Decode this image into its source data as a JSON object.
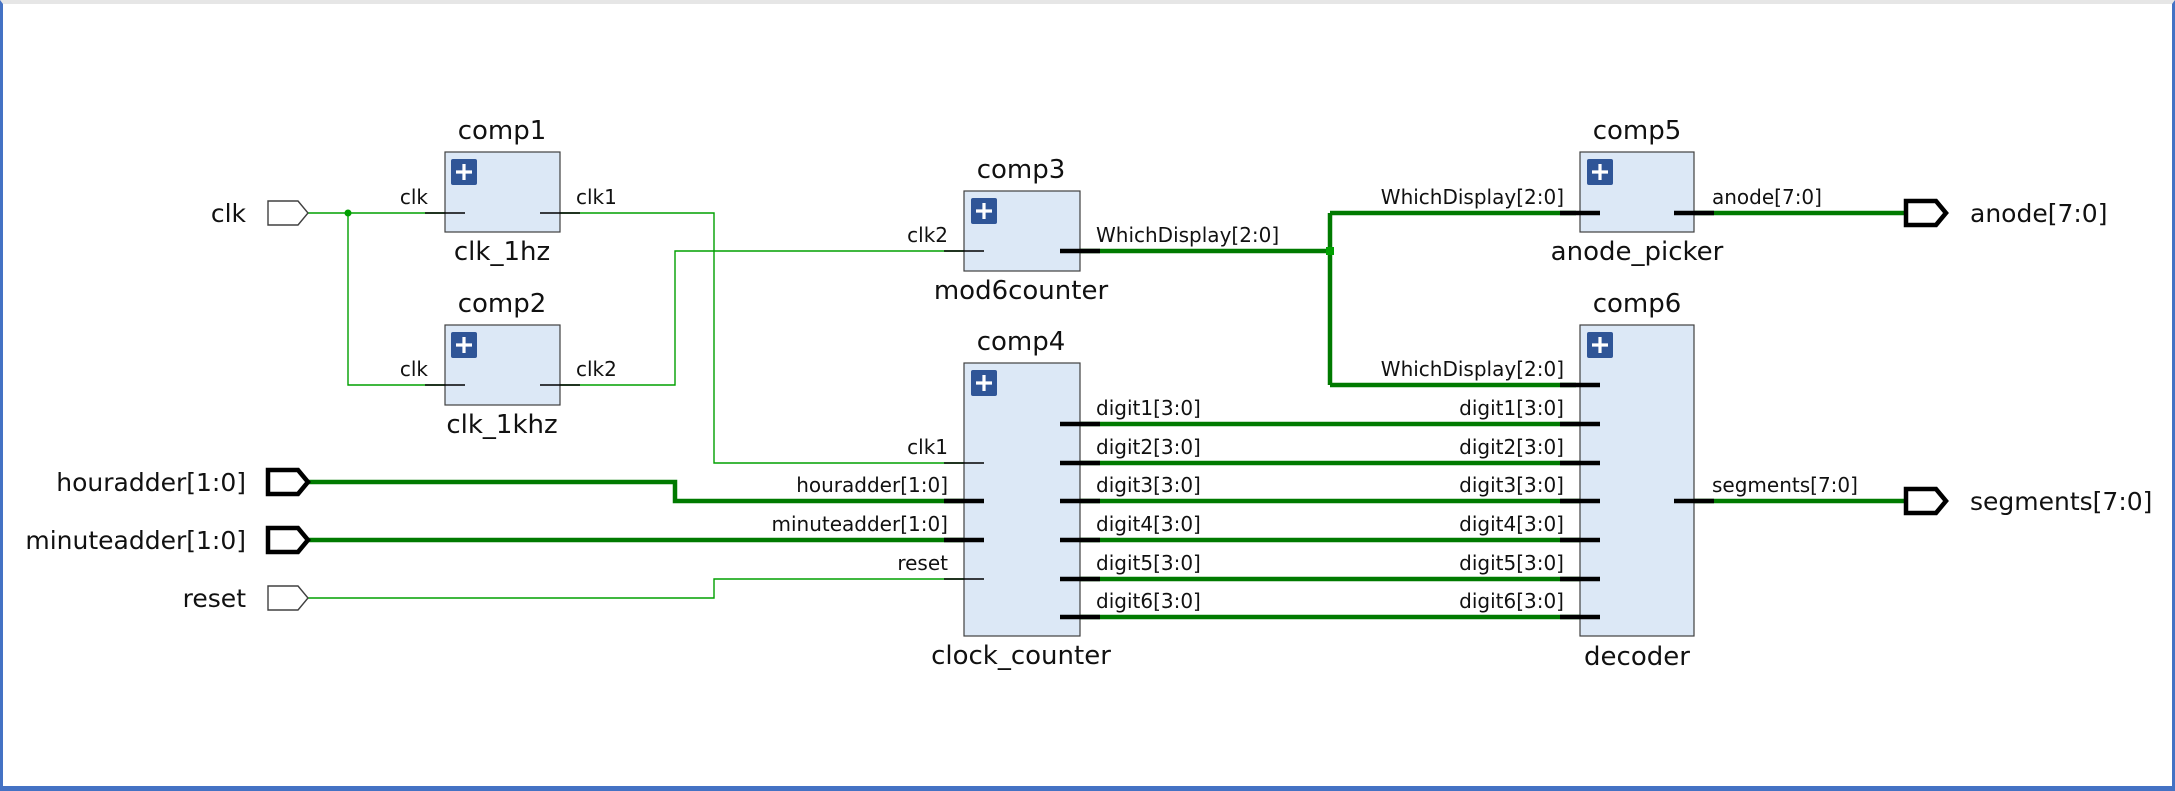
{
  "components": [
    {
      "id": "comp1",
      "name": "clk_1hz"
    },
    {
      "id": "comp2",
      "name": "clk_1khz"
    },
    {
      "id": "comp3",
      "name": "mod6counter"
    },
    {
      "id": "comp4",
      "name": "clock_counter"
    },
    {
      "id": "comp5",
      "name": "anode_picker"
    },
    {
      "id": "comp6",
      "name": "decoder"
    }
  ],
  "ports": {
    "inputs": [
      "clk",
      "houradder[1:0]",
      "minuteadder[1:0]",
      "reset"
    ],
    "outputs": [
      "anode[7:0]",
      "segments[7:0]"
    ]
  },
  "pins": {
    "comp1": {
      "in": [
        "clk"
      ],
      "out": [
        "clk1"
      ]
    },
    "comp2": {
      "in": [
        "clk"
      ],
      "out": [
        "clk2"
      ]
    },
    "comp3": {
      "in": [
        "clk2"
      ],
      "out": [
        "WhichDisplay[2:0]"
      ]
    },
    "comp4": {
      "in": [
        "clk1",
        "houradder[1:0]",
        "minuteadder[1:0]",
        "reset"
      ],
      "out": [
        "digit1[3:0]",
        "digit2[3:0]",
        "digit3[3:0]",
        "digit4[3:0]",
        "digit5[3:0]",
        "digit6[3:0]"
      ]
    },
    "comp5": {
      "in": [
        "WhichDisplay[2:0]"
      ],
      "out": [
        "anode[7:0]"
      ]
    },
    "comp6": {
      "in": [
        "WhichDisplay[2:0]",
        "digit1[3:0]",
        "digit2[3:0]",
        "digit3[3:0]",
        "digit4[3:0]",
        "digit5[3:0]",
        "digit6[3:0]"
      ],
      "out": [
        "segments[7:0]"
      ]
    }
  },
  "colors": {
    "wire": "#00a000",
    "bus": "#007a00",
    "block_fill": "#dce8f6",
    "expand_icon": "#2f5597",
    "frame": "#4472c4"
  }
}
